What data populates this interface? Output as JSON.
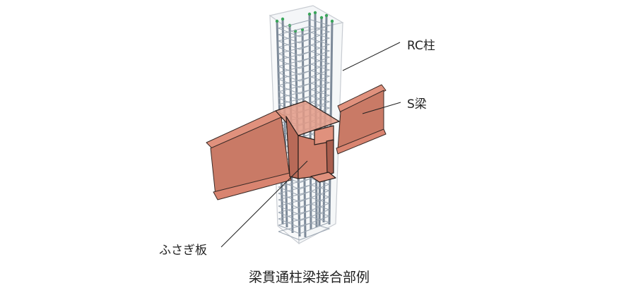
{
  "labels": {
    "rc_column": "RC柱",
    "s_beam": "S梁",
    "closing_plate": "ふさぎ板"
  },
  "caption": "梁貫通柱梁接合部例",
  "colors": {
    "steel": "#d98470",
    "steel_dark": "#bf6d5b",
    "rebar": "#7d8a99",
    "rebar_end": "#3aa55a",
    "concrete_outline": "#c8ccd2"
  }
}
